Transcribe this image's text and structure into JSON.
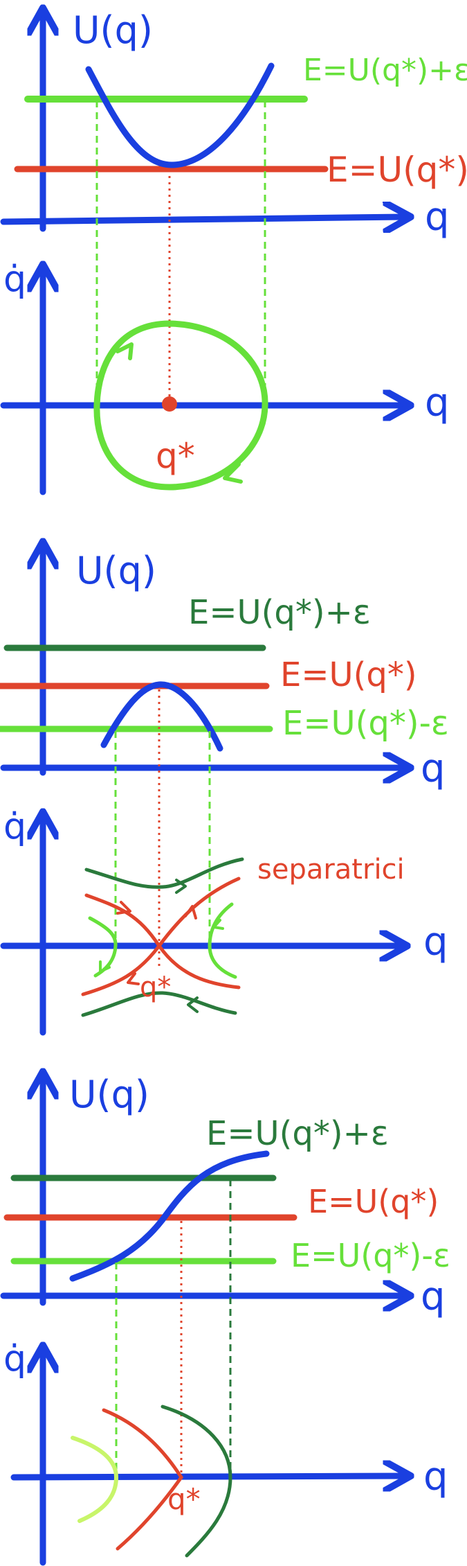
{
  "colors": {
    "axis": "#1a3fe0",
    "curve": "#1a3fe0",
    "critical": "#e0442c",
    "energy_above": "#66e03a",
    "energy_above_dark": "#2a7a3c",
    "energy_below": "#66e03a"
  },
  "panel1": {
    "ylabel": "U(q)",
    "xlabel": "q",
    "phase_ylabel": "q̇",
    "phase_xlabel": "q",
    "level_high": "E=U(q*)+ε",
    "level_crit": "E=U(q*)",
    "point_label": "q*"
  },
  "panel2": {
    "ylabel": "U(q)",
    "xlabel": "q",
    "phase_ylabel": "q̇",
    "phase_xlabel": "q",
    "level_high": "E=U(q*)+ε",
    "level_crit": "E=U(q*)",
    "level_low": "E=U(q*)-ε",
    "separatrix_label": "separatrici",
    "point_label": "q*"
  },
  "panel3": {
    "ylabel": "U(q)",
    "xlabel": "q",
    "phase_ylabel": "q̇",
    "phase_xlabel": "q",
    "level_high": "E=U(q*)+ε",
    "level_crit": "E=U(q*)",
    "level_low": "E=U(q*)-ε",
    "point_label": "q*"
  }
}
